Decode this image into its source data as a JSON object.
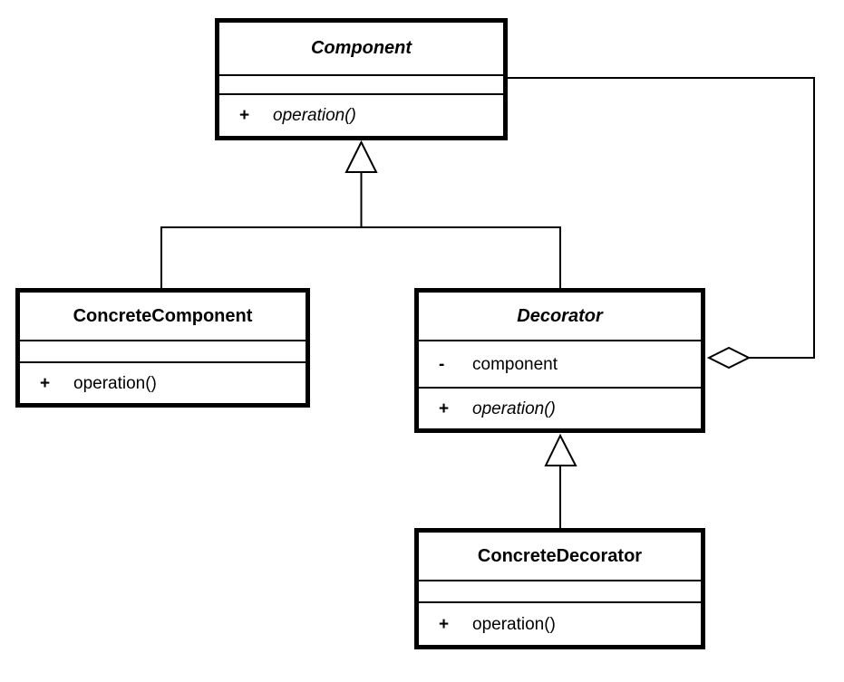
{
  "diagram": {
    "kind": "uml-class-diagram",
    "colors": {
      "stroke": "#000000",
      "fill": "#ffffff"
    },
    "classes": {
      "component": {
        "name": "Component",
        "abstract": true,
        "attributes": [],
        "operations": [
          {
            "visibility": "+",
            "name": "operation()",
            "abstract": true
          }
        ]
      },
      "concrete_component": {
        "name": "ConcreteComponent",
        "abstract": false,
        "attributes": [],
        "operations": [
          {
            "visibility": "+",
            "name": "operation()",
            "abstract": false
          }
        ]
      },
      "decorator": {
        "name": "Decorator",
        "abstract": true,
        "attributes": [
          {
            "visibility": "-",
            "name": "component"
          }
        ],
        "operations": [
          {
            "visibility": "+",
            "name": "operation()",
            "abstract": true
          }
        ]
      },
      "concrete_decorator": {
        "name": "ConcreteDecorator",
        "abstract": false,
        "attributes": [],
        "operations": [
          {
            "visibility": "+",
            "name": "operation()",
            "abstract": false
          }
        ]
      }
    },
    "relationships": [
      {
        "type": "generalization",
        "from": "ConcreteComponent",
        "to": "Component"
      },
      {
        "type": "generalization",
        "from": "Decorator",
        "to": "Component"
      },
      {
        "type": "generalization",
        "from": "ConcreteDecorator",
        "to": "Decorator"
      },
      {
        "type": "aggregation",
        "from": "Decorator",
        "to": "Component"
      }
    ]
  }
}
